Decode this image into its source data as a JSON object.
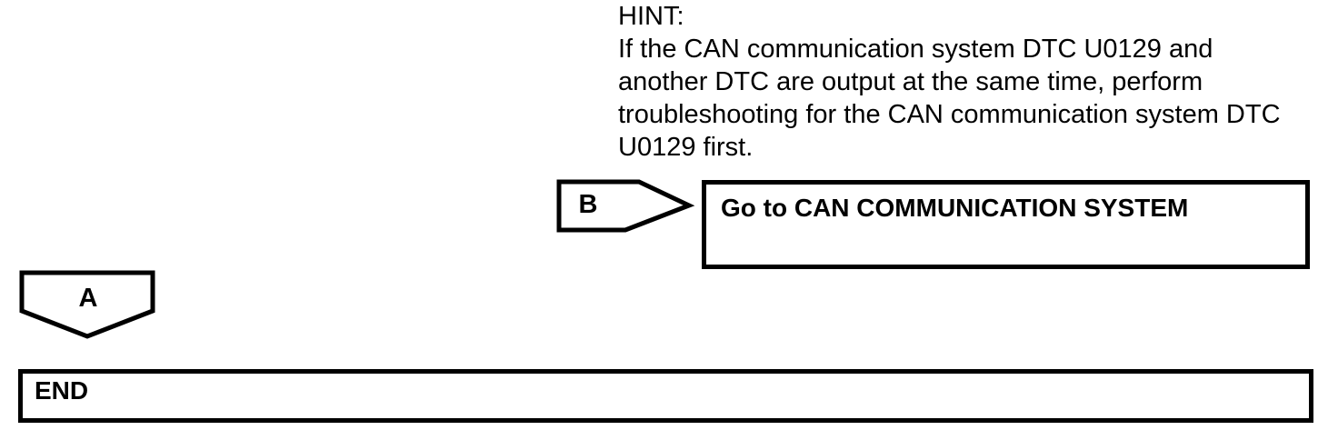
{
  "hint": {
    "lines": [
      "HINT:",
      "If the CAN communication system DTC U0129 and",
      "another DTC are output at the same time, perform",
      "troubleshooting for the CAN communication system DTC",
      "U0129 first."
    ]
  },
  "connector_b": {
    "label": "B"
  },
  "connector_a": {
    "label": "A"
  },
  "goto_box": {
    "label": "Go to CAN COMMUNICATION SYSTEM"
  },
  "end_box": {
    "label": "END"
  },
  "colors": {
    "line": "#000000",
    "background": "#ffffff",
    "text": "#000000"
  }
}
